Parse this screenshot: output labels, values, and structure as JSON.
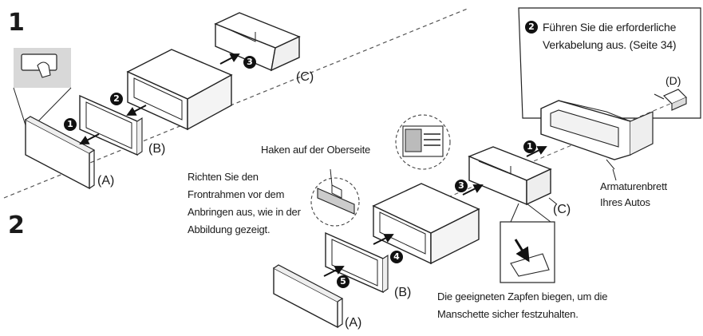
{
  "steps": {
    "one": "1",
    "two": "2"
  },
  "parts": {
    "a1": "(A)",
    "b1": "(B)",
    "c1": "(C)",
    "a2": "(A)",
    "b2": "(B)",
    "c2": "(C)",
    "d": "(D)"
  },
  "badges": {
    "s1_1": "1",
    "s1_2": "2",
    "s1_3": "3",
    "s2_1": "1",
    "s2_2": "2",
    "s2_3": "3",
    "s2_4": "4",
    "s2_5": "5"
  },
  "callout": {
    "line1": "Führen Sie die erforderliche",
    "line2": "Verkabelung aus. (Seite 34)"
  },
  "labels": {
    "hook": "Haken auf der Oberseite",
    "align": [
      "Richten Sie den",
      "Frontrahmen vor dem",
      "Anbringen aus, wie in der",
      "Abbildung gezeigt."
    ],
    "dashboard": [
      "Armaturenbrett",
      "Ihres Autos"
    ],
    "tabs": [
      "Die geeigneten Zapfen biegen, um die",
      "Manschette sicher festzuhalten."
    ]
  }
}
